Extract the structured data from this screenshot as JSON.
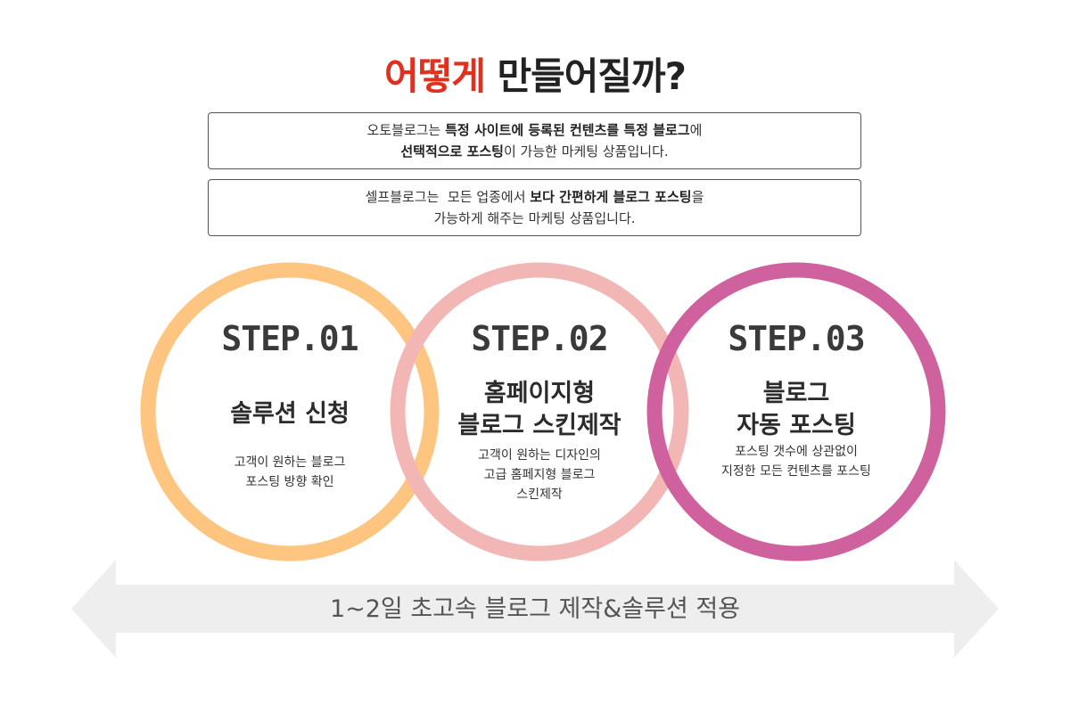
{
  "title": {
    "accent": "어떻게",
    "rest": "만들어질까?"
  },
  "box1": {
    "line1": [
      {
        "t": "오토블로그는 ",
        "b": false
      },
      {
        "t": "특정 사이트에 등록된 컨텐츠를 특정 블로그",
        "b": true
      },
      {
        "t": "에",
        "b": false
      }
    ],
    "line2": [
      {
        "t": "선택적으로 포스팅",
        "b": true
      },
      {
        "t": "이 가능한 마케팅 상품입니다.",
        "b": false
      }
    ]
  },
  "box2": {
    "line1": [
      {
        "t": "셀프블로그는  모든 업종에서 ",
        "b": false
      },
      {
        "t": "보다 간편하게 블로그 포스팅",
        "b": true
      },
      {
        "t": "을",
        "b": false
      }
    ],
    "line2": [
      {
        "t": "가능하게 해주는 마케팅 상품입니다.",
        "b": false
      }
    ]
  },
  "steps": [
    {
      "label": "STEP.01",
      "heading": [
        "솔루션 신청"
      ],
      "desc": [
        "고객이 원하는 블로그",
        "포스팅 방향 확인"
      ],
      "color": "#fdc57f"
    },
    {
      "label": "STEP.02",
      "heading": [
        "홈페이지형",
        "블로그 스킨제작"
      ],
      "desc": [
        "고객이 원하는 디자인의",
        "고급 홈페지형 블로그",
        "스킨제작"
      ],
      "color": "#f2b7b5"
    },
    {
      "label": "STEP.03",
      "heading": [
        "블로그",
        "자동 포스팅"
      ],
      "desc": [
        "포스팅 갯수에 상관없이",
        "지정한 모든 컨텐츠를 포스팅"
      ],
      "color": "#cf629e"
    }
  ],
  "arrow": {
    "label": "1~2일 초고속 블로그 제작&솔루션 적용",
    "color": "#eeeeee"
  }
}
